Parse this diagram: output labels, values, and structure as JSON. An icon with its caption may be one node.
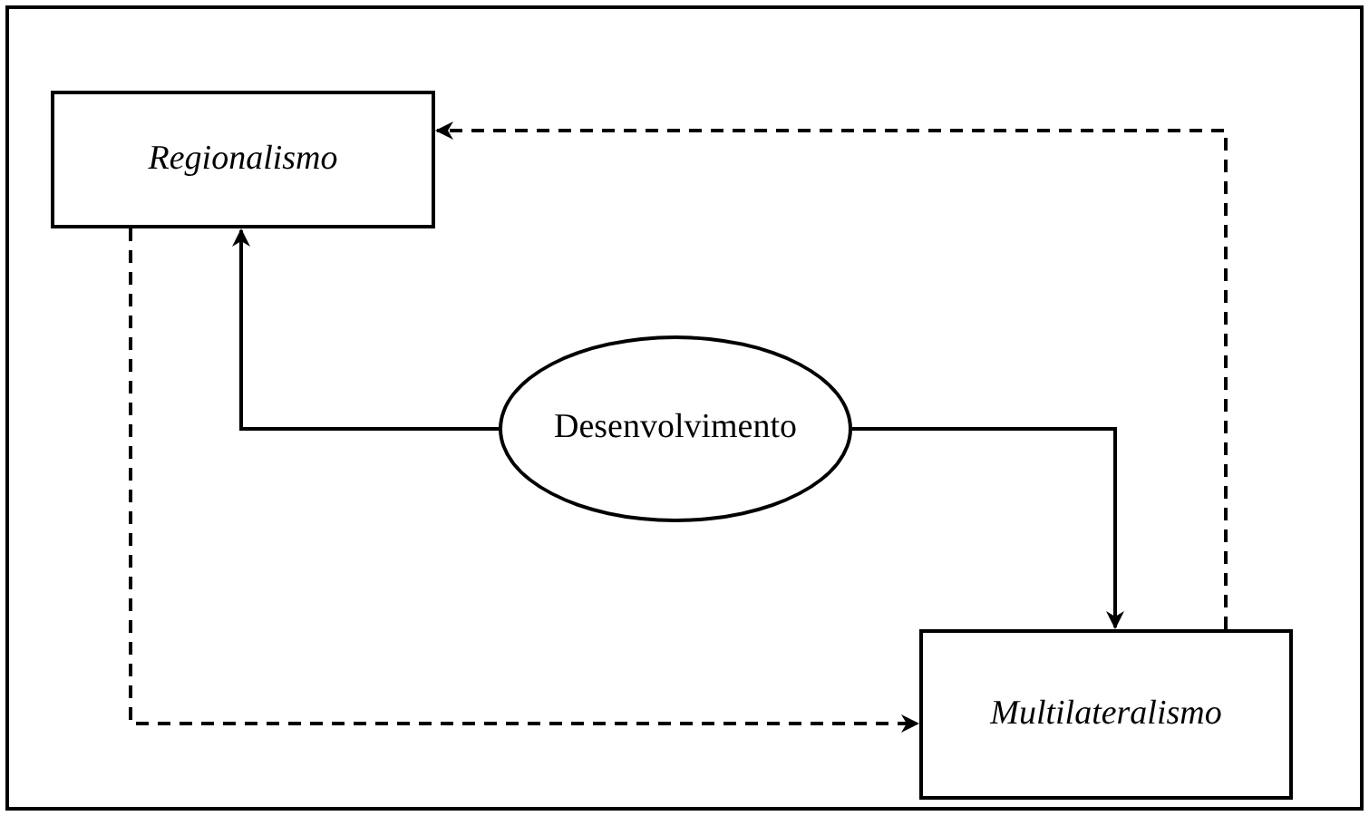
{
  "diagram": {
    "nodes": [
      {
        "text": [
          "Regionalismo"
        ]
      },
      {
        "text": [
          "Desenvolvimento"
        ]
      },
      {
        "text": [
          "Multilateralismo"
        ]
      }
    ],
    "edges": [
      {
        "from": 1,
        "to": 0,
        "arrow": "to"
      },
      {
        "from": 1,
        "to": 2,
        "arrow": "to"
      },
      {
        "from": 0,
        "to": 2,
        "arrow": "to",
        "style": "dashed"
      },
      {
        "from": 2,
        "to": 0,
        "arrow": "to",
        "style": "dashed"
      }
    ]
  }
}
